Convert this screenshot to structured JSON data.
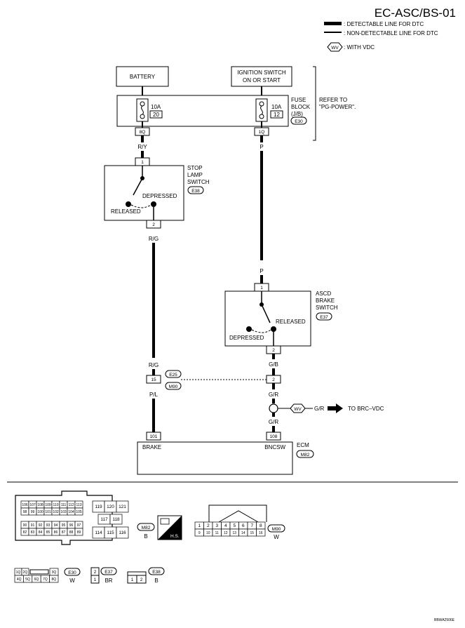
{
  "header": {
    "title": "EC-ASC/BS-01",
    "legend": {
      "detectable": ": DETECTABLE LINE FOR DTC",
      "non_detectable": ": NON-DETECTABLE LINE FOR DTC",
      "wv_badge": "WV",
      "with_vdc": ": WITH VDC"
    }
  },
  "power": {
    "battery": "BATTERY",
    "ign_line1": "IGNITION SWITCH",
    "ign_line2": "ON OR START",
    "fuse_left_amp": "10A",
    "fuse_left_no": "20",
    "fuse_right_amp": "10A",
    "fuse_right_no": "12",
    "fuse_block_1": "FUSE",
    "fuse_block_2": "BLOCK",
    "fuse_block_3": "(J/B)",
    "fuse_block_conn": "E30",
    "refer_1": "REFER TO",
    "refer_2": "\"PG-POWER\".",
    "term_left": "8Q",
    "term_right": "1Q"
  },
  "stop_lamp": {
    "name_1": "STOP",
    "name_2": "LAMP",
    "name_3": "SWITCH",
    "conn": "E38",
    "pin_in": "1",
    "pin_out": "2",
    "depressed": "DEPRESSED",
    "released": "RELEASED"
  },
  "ascd": {
    "name_1": "ASCD",
    "name_2": "BRAKE",
    "name_3": "SWITCH",
    "conn": "E37",
    "pin_in": "1",
    "pin_out": "2",
    "released": "RELEASED",
    "depressed": "DEPRESSED"
  },
  "wires": {
    "ry": "R/Y",
    "p_top": "P",
    "rg_top": "R/G",
    "p_mid": "P",
    "rg_bot": "R/G",
    "gb": "G/B",
    "pl": "P/L",
    "gr1": "G/R",
    "gr_branch": "G/R",
    "gr2": "G/R",
    "to_brc": "TO BRC–VDC",
    "wv": "WV"
  },
  "joint": {
    "conn_top": "E25",
    "conn_bot": "M90",
    "pin_left": "15",
    "pin_right": "2"
  },
  "ecm": {
    "name": "ECM",
    "conn": "M82",
    "pin_left": "101",
    "pin_right": "108",
    "label_left": "BRAKE",
    "label_right": "BNCSW"
  },
  "connectors": {
    "m82_rows": [
      [
        "106",
        "107",
        "108",
        "109",
        "110",
        "111",
        "112",
        "113"
      ],
      [
        "98",
        "99",
        "100",
        "101",
        "102",
        "103",
        "104",
        "105"
      ],
      [
        "90",
        "91",
        "92",
        "93",
        "94",
        "95",
        "96",
        "97"
      ],
      [
        "82",
        "83",
        "84",
        "85",
        "86",
        "87",
        "88",
        "89"
      ]
    ],
    "m82_mid_rows": [
      [
        "119",
        "120",
        "121"
      ],
      [
        "117",
        "118"
      ],
      [
        "114",
        "115",
        "116"
      ]
    ],
    "m82_name": "M82",
    "m82_color": "B",
    "hs": "H.S.",
    "m90_top": [
      "1",
      "2",
      "3",
      "4",
      "5",
      "6",
      "7",
      "8"
    ],
    "m90_bot": [
      "9",
      "10",
      "11",
      "12",
      "13",
      "14",
      "15",
      "16"
    ],
    "m90_name": "M90",
    "m90_color": "W",
    "e30_top": [
      "1Q",
      "2Q",
      "3Q"
    ],
    "e30_bot": [
      "4Q",
      "5Q",
      "6Q",
      "7Q",
      "8Q"
    ],
    "e30_name": "E30",
    "e30_color": "W",
    "e37_pins": [
      "2",
      "1"
    ],
    "e37_name": "E37",
    "e37_color": "BR",
    "e38_pins": [
      "1",
      "2"
    ],
    "e38_name": "E38",
    "e38_color": "B"
  },
  "footer_code": "BBWA2506E"
}
